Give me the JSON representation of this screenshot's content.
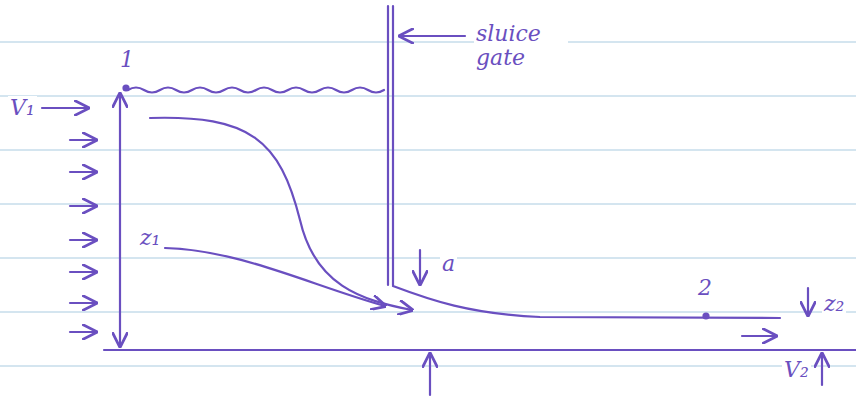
{
  "diagram": {
    "labels": [
      "1",
      "V₁",
      "z₁",
      "sluice gate",
      "a",
      "2",
      "V₂",
      "z₂"
    ]
  }
}
